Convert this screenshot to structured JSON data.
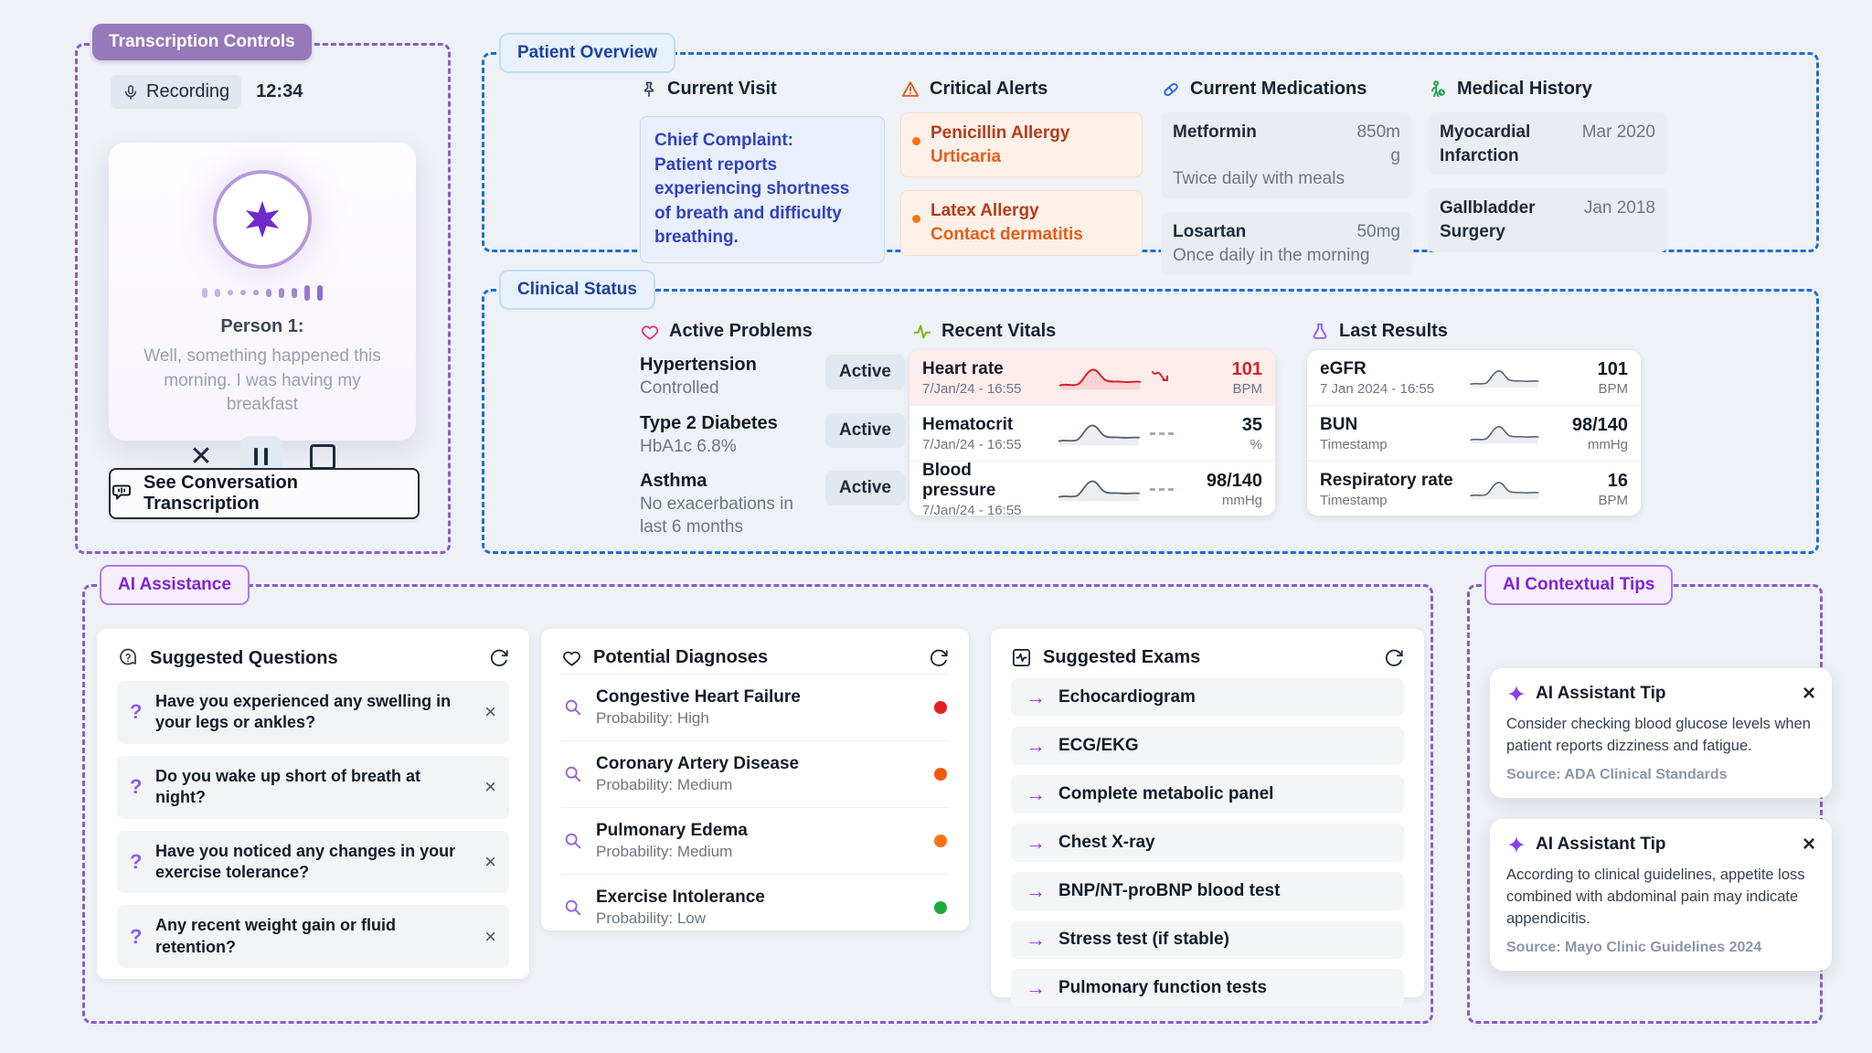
{
  "transcription": {
    "badge": "Transcription Controls",
    "recording_label": "Recording",
    "timer": "12:34",
    "speaker": "Person 1:",
    "transcript": "Well, something happened this morning. I was having my breakfast",
    "see_button": "See Conversation Transcription"
  },
  "patient_overview": {
    "badge": "Patient Overview",
    "current_visit": {
      "title": "Current Visit",
      "label": "Chief Complaint:",
      "text": "Patient reports experiencing shortness of breath and difficulty breathing."
    },
    "critical_alerts": {
      "title": "Critical Alerts",
      "items": [
        {
          "name": "Penicillin Allergy",
          "detail": "Urticaria"
        },
        {
          "name": "Latex Allergy",
          "detail": "Contact dermatitis"
        }
      ]
    },
    "medications": {
      "title": "Current Medications",
      "items": [
        {
          "name": "Metformin",
          "dose": "850mg",
          "schedule": "Twice daily with meals"
        },
        {
          "name": "Losartan",
          "dose": "50mg",
          "schedule": "Once daily in the morning"
        }
      ]
    },
    "history": {
      "title": "Medical History",
      "items": [
        {
          "name": "Myocardial Infarction",
          "date": "Mar 2020"
        },
        {
          "name": "Gallbladder Surgery",
          "date": "Jan 2018"
        }
      ]
    }
  },
  "clinical_status": {
    "badge": "Clinical Status",
    "active_problems": {
      "title": "Active Problems",
      "items": [
        {
          "name": "Hypertension",
          "detail": "Controlled",
          "status": "Active"
        },
        {
          "name": "Type 2 Diabetes",
          "detail": "HbA1c 6.8%",
          "status": "Active"
        },
        {
          "name": "Asthma",
          "detail": "No exacerbations in last 6 months",
          "status": "Active"
        }
      ]
    },
    "recent_vitals": {
      "title": "Recent Vitals",
      "items": [
        {
          "name": "Heart rate",
          "timestamp": "7/Jan/24 - 16:55",
          "value": "101",
          "unit": "BPM"
        },
        {
          "name": "Hematocrit",
          "timestamp": "7/Jan/24 - 16:55",
          "value": "35",
          "unit": "%"
        },
        {
          "name": "Blood pressure",
          "timestamp": "7/Jan/24 - 16:55",
          "value": "98/140",
          "unit": "mmHg"
        }
      ]
    },
    "last_results": {
      "title": "Last Results",
      "items": [
        {
          "name": "eGFR",
          "timestamp": "7 Jan 2024 - 16:55",
          "value": "101",
          "unit": "BPM"
        },
        {
          "name": "BUN",
          "timestamp": "Timestamp",
          "value": "98/140",
          "unit": "mmHg"
        },
        {
          "name": "Respiratory rate",
          "timestamp": "Timestamp",
          "value": "16",
          "unit": "BPM"
        }
      ]
    }
  },
  "ai_assistance": {
    "badge": "AI Assistance",
    "suggested_questions": {
      "title": "Suggested Questions",
      "items": [
        {
          "text": "Have you experienced any swelling in your legs or ankles?"
        },
        {
          "text": "Do you wake up short of breath at night?"
        },
        {
          "text": "Have you noticed any changes in your exercise tolerance?"
        },
        {
          "text": "Any recent weight gain or fluid retention?"
        }
      ]
    },
    "potential_diagnoses": {
      "title": "Potential Diagnoses",
      "items": [
        {
          "name": "Congestive Heart Failure",
          "probability": "Probability: High",
          "dot_color": "#e51d1d"
        },
        {
          "name": "Coronary Artery Disease",
          "probability": "Probability: Medium",
          "dot_color": "#f4590f"
        },
        {
          "name": "Pulmonary Edema",
          "probability": "Probability: Medium",
          "dot_color": "#f97316"
        },
        {
          "name": "Exercise Intolerance",
          "probability": "Probability: Low",
          "dot_color": "#1faa3e"
        }
      ]
    },
    "suggested_exams": {
      "title": "Suggested Exams",
      "items": [
        "Echocardiogram",
        "ECG/EKG",
        "Complete metabolic panel",
        "Chest X-ray",
        "BNP/NT-proBNP blood test",
        "Stress test (if stable)",
        "Pulmonary function tests"
      ]
    }
  },
  "ai_tips": {
    "badge": "AI Contextual Tips",
    "tips": [
      {
        "title": "AI Assistant Tip",
        "text": "Consider checking blood glucose levels when patient reports dizziness and fatigue.",
        "source": "Source: ADA Clinical Standards"
      },
      {
        "title": "AI Assistant Tip",
        "text": "According to clinical guidelines, appetite loss combined with abdominal pain may indicate appendicitis.",
        "source": "Source: Mayo Clinic Guidelines 2024"
      }
    ]
  },
  "colors": {
    "blue_dashed": "#1d6ed8",
    "purple_dashed": "#8d5bc9",
    "vital_alert_red": "#d42626",
    "alert_orange": "#f97316",
    "accent_purple": "#8b5cf6"
  }
}
